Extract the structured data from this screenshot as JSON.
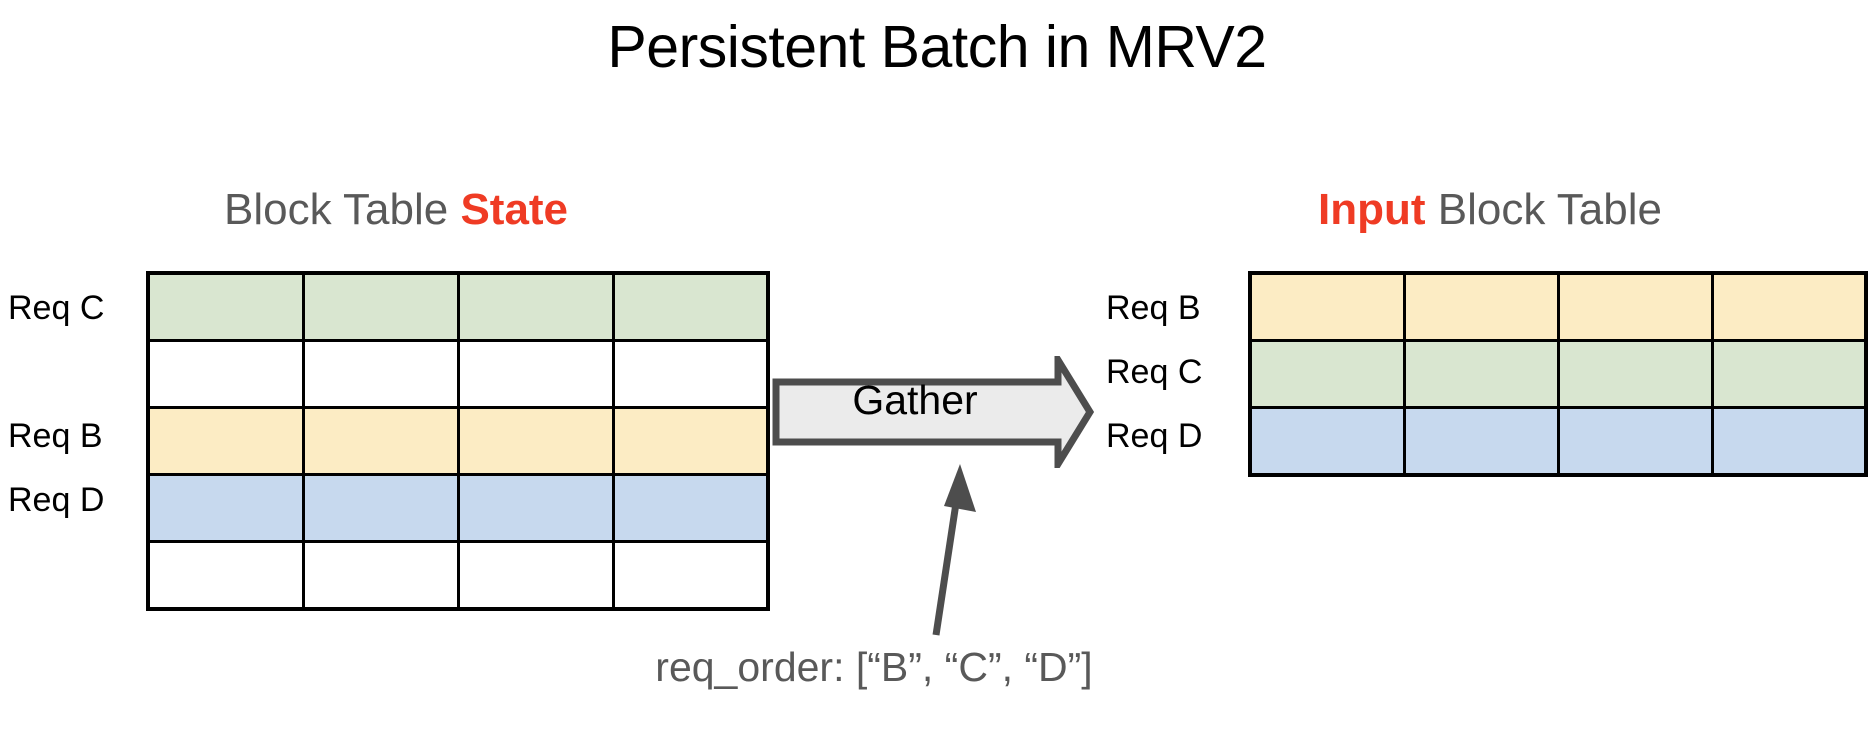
{
  "title": "Persistent Batch in MRV2",
  "colors": {
    "accent_red": "#ef3b24",
    "heading_gray": "#595959",
    "text_black": "#000000",
    "cell_green": "#d9e6d0",
    "cell_yellow": "#fcecc4",
    "cell_blue": "#c7d9ee",
    "cell_empty": "#ffffff",
    "grid_line": "#000000",
    "arrow_fill": "#ebebeb",
    "arrow_stroke": "#4d4d4d",
    "callout_arrow": "#4d4d4d"
  },
  "left_panel": {
    "heading_prefix": "Block Table ",
    "heading_accent": "State",
    "columns": 4,
    "rows": [
      {
        "label": "Req C",
        "fill": "green",
        "color": "#d9e6d0"
      },
      {
        "label": "",
        "fill": "empty",
        "color": "#ffffff"
      },
      {
        "label": "Req B",
        "fill": "yellow",
        "color": "#fcecc4"
      },
      {
        "label": "Req D",
        "fill": "blue",
        "color": "#c7d9ee"
      },
      {
        "label": "",
        "fill": "empty",
        "color": "#ffffff"
      }
    ]
  },
  "right_panel": {
    "heading_accent": "Input",
    "heading_suffix": " Block Table",
    "columns": 4,
    "rows": [
      {
        "label": "Req B",
        "fill": "yellow",
        "color": "#fcecc4"
      },
      {
        "label": "Req C",
        "fill": "green",
        "color": "#d9e6d0"
      },
      {
        "label": "Req D",
        "fill": "blue",
        "color": "#c7d9ee"
      }
    ]
  },
  "operation": {
    "label": "Gather",
    "direction": "left-to-right"
  },
  "caption": {
    "text": "req_order: [“B”, “C”, “D”]"
  }
}
